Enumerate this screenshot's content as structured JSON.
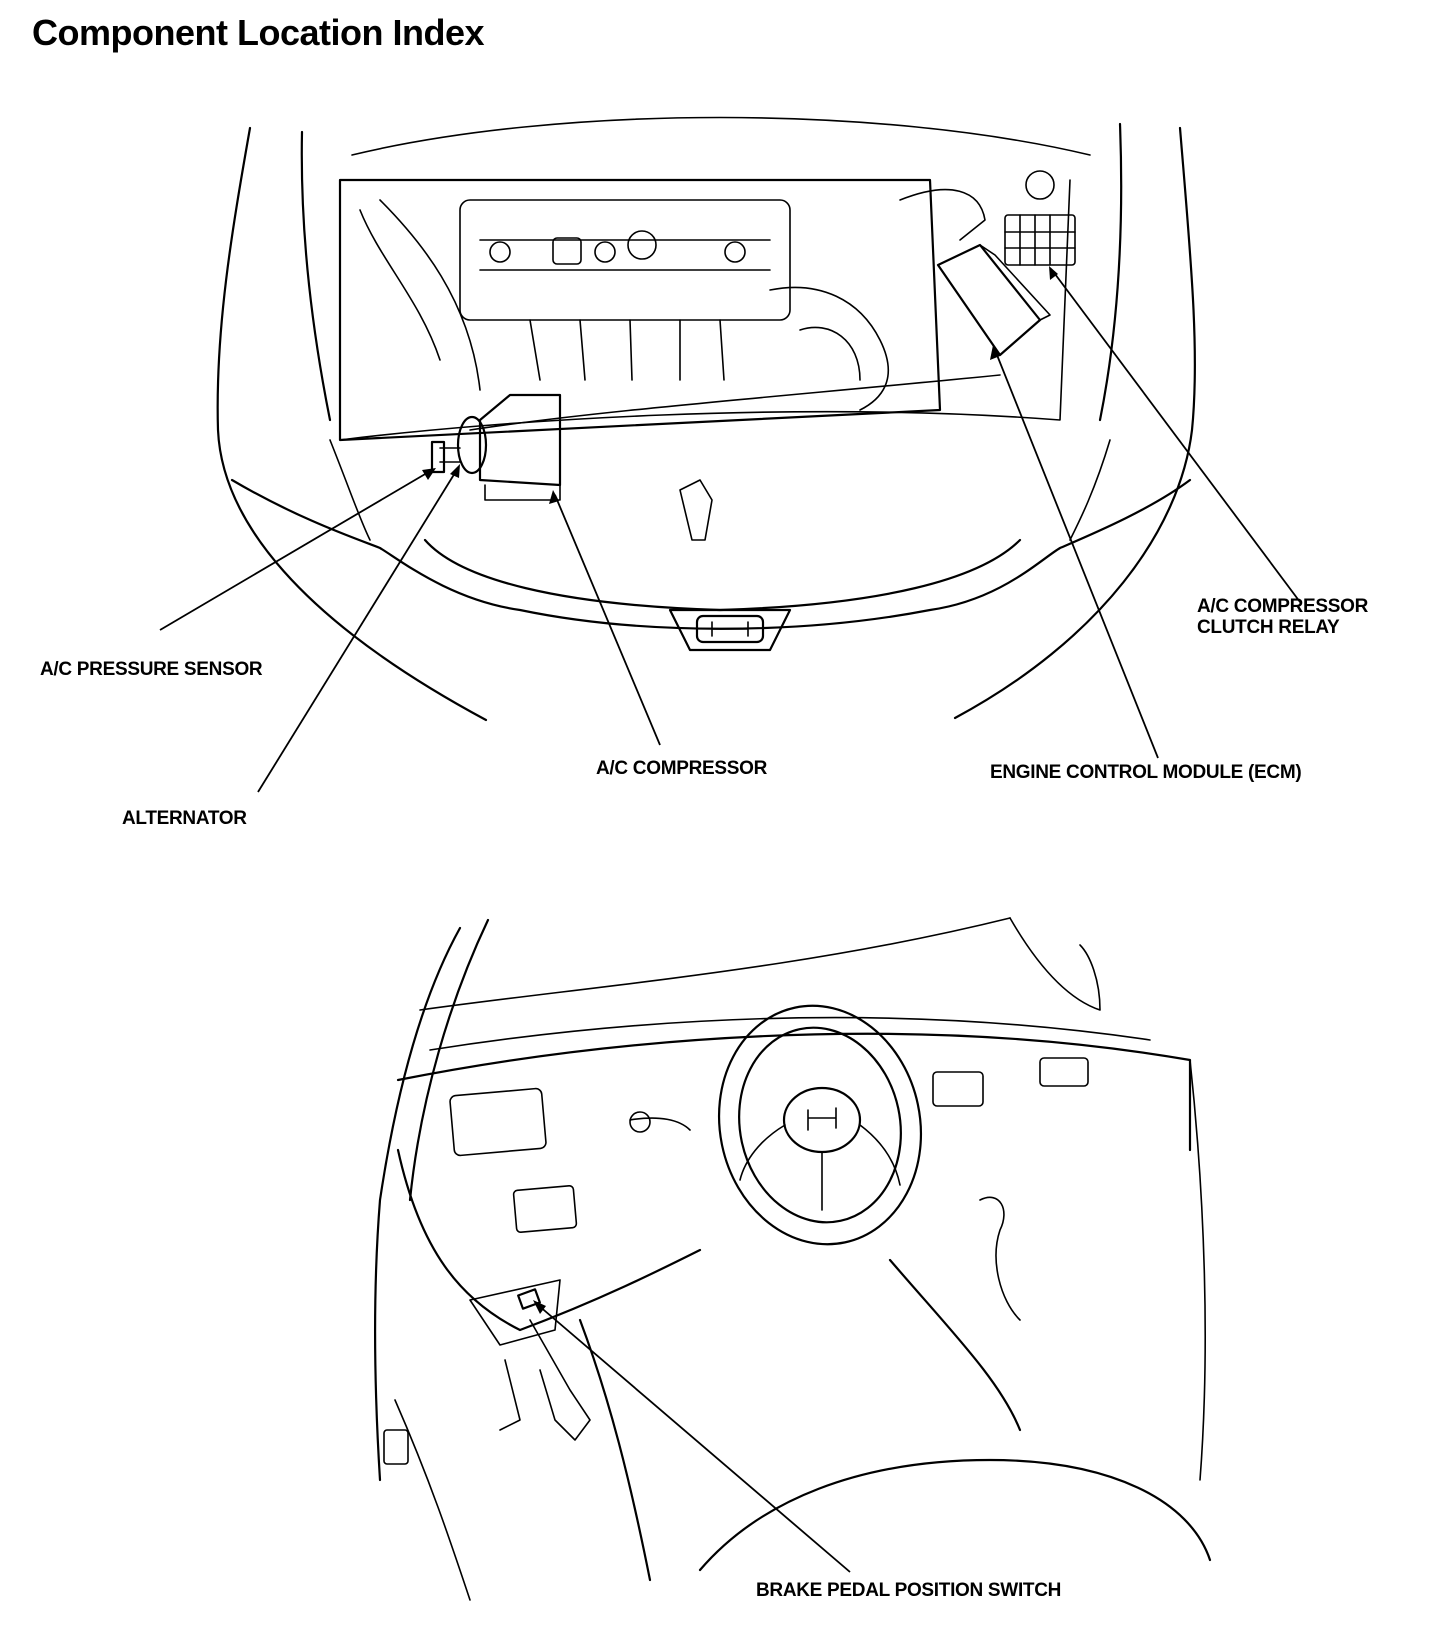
{
  "title": "Component Location Index",
  "engine_bay": {
    "labels": {
      "ac_pressure_sensor": "A/C PRESSURE SENSOR",
      "alternator": "ALTERNATOR",
      "ac_compressor": "A/C COMPRESSOR",
      "ecm": "ENGINE CONTROL MODULE (ECM)",
      "ac_clutch_relay_line1": "A/C COMPRESSOR",
      "ac_clutch_relay_line2": "CLUTCH RELAY"
    }
  },
  "interior": {
    "labels": {
      "brake_pedal_switch": "BRAKE PEDAL POSITION SWITCH"
    }
  }
}
